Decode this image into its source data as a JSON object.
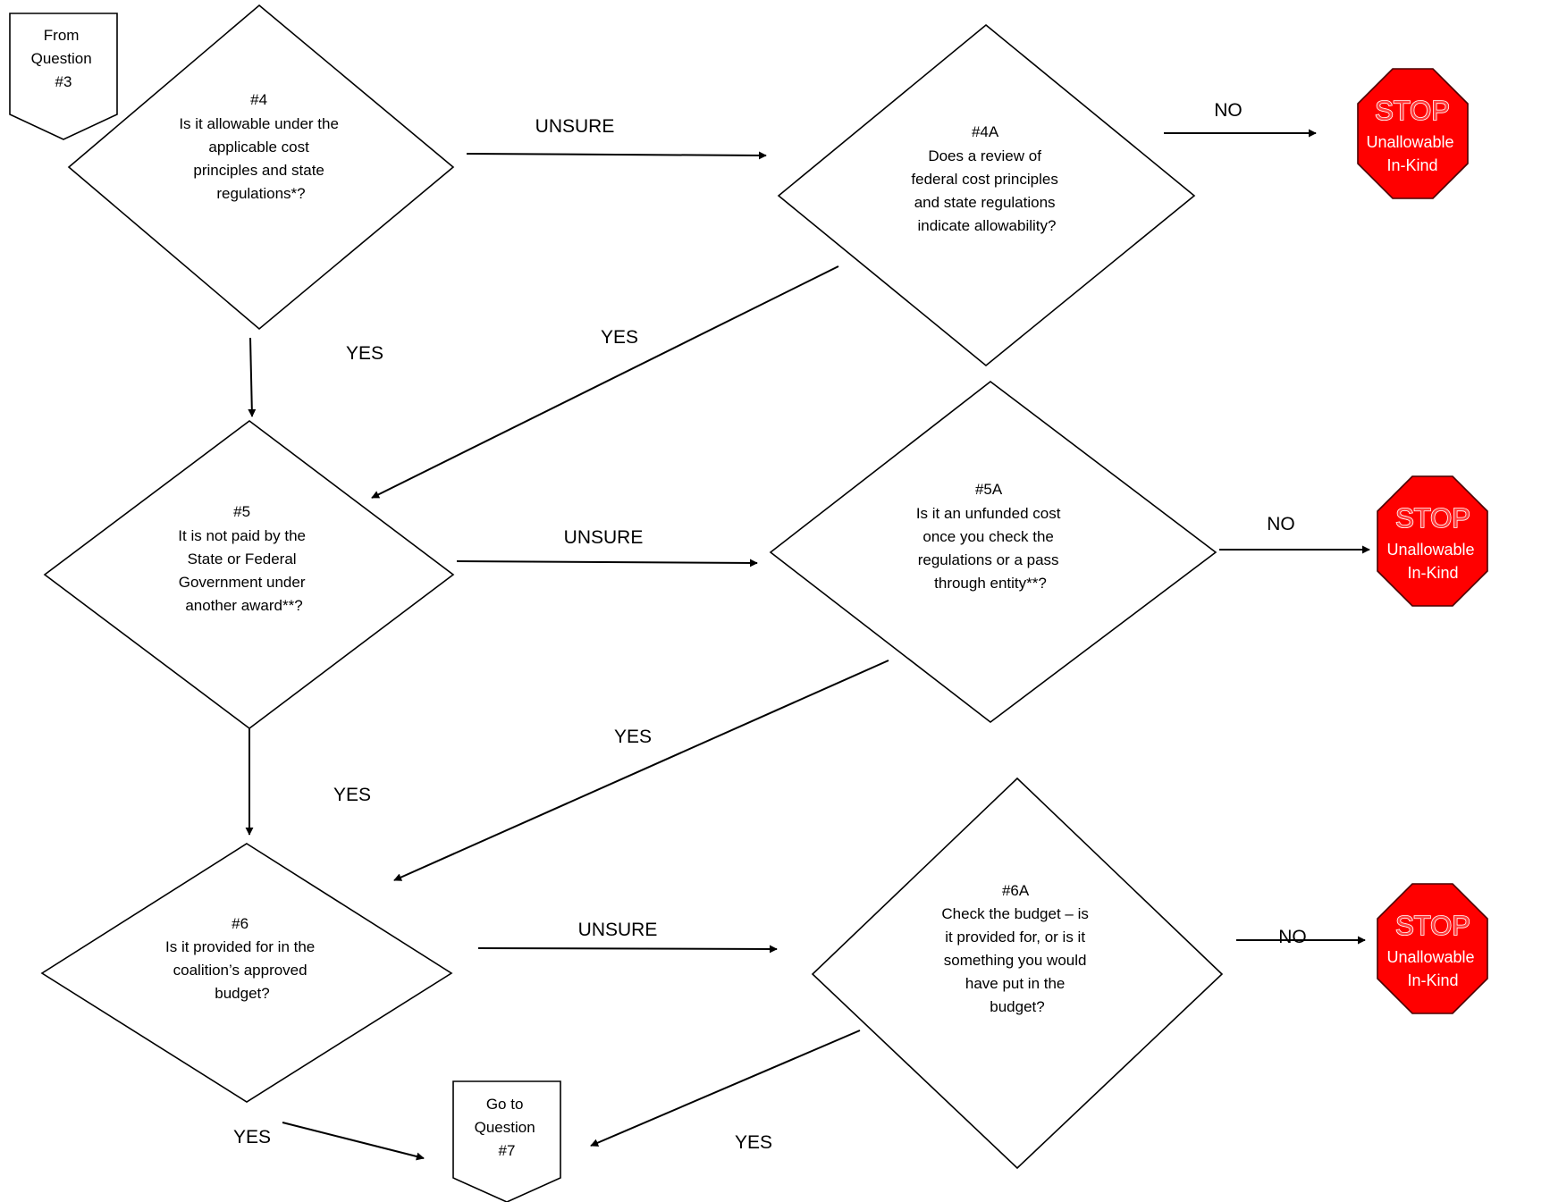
{
  "colors": {
    "stop_fill": "#ff0000",
    "stroke": "#000000",
    "background": "#ffffff"
  },
  "nodes": {
    "from_q3": [
      "From",
      "Question",
      "#3"
    ],
    "q4": [
      "#4",
      "Is it allowable under the",
      "applicable cost",
      "principles and state",
      "regulations*?"
    ],
    "q4a": [
      "#4A",
      "Does a review of",
      "federal cost principles",
      "and state regulations",
      "indicate allowability?"
    ],
    "stop1": {
      "title": "STOP",
      "lines": [
        "Unallowable",
        "In-Kind"
      ]
    },
    "q5": [
      "#5",
      "It is not paid by the",
      "State or Federal",
      "Government under",
      "another award**?"
    ],
    "q5a": [
      "#5A",
      "Is it an unfunded cost",
      "once you check the",
      "regulations or a pass",
      "through entity**?"
    ],
    "stop2": {
      "title": "STOP",
      "lines": [
        "Unallowable",
        "In-Kind"
      ]
    },
    "q6": [
      "#6",
      "Is it provided for in the",
      "coalition’s approved",
      "budget?"
    ],
    "q6a": [
      "#6A",
      "Check the budget – is",
      "it provided for, or is it",
      "something you would",
      "have put in the",
      "budget?"
    ],
    "stop3": {
      "title": "STOP",
      "lines": [
        "Unallowable",
        "In-Kind"
      ]
    },
    "to_q7": [
      "Go to",
      "Question",
      "#7"
    ]
  },
  "edges": {
    "q4_q4a": "UNSURE",
    "q4a_stop1": "NO",
    "q4_q5": "YES",
    "q4a_q5": "YES",
    "q5_q5a": "UNSURE",
    "q5a_stop2": "NO",
    "q5_q6": "YES",
    "q5a_q6": "YES",
    "q6_q6a": "UNSURE",
    "q6a_stop3": "NO",
    "q6_q7": "YES",
    "q6a_q7": "YES"
  }
}
